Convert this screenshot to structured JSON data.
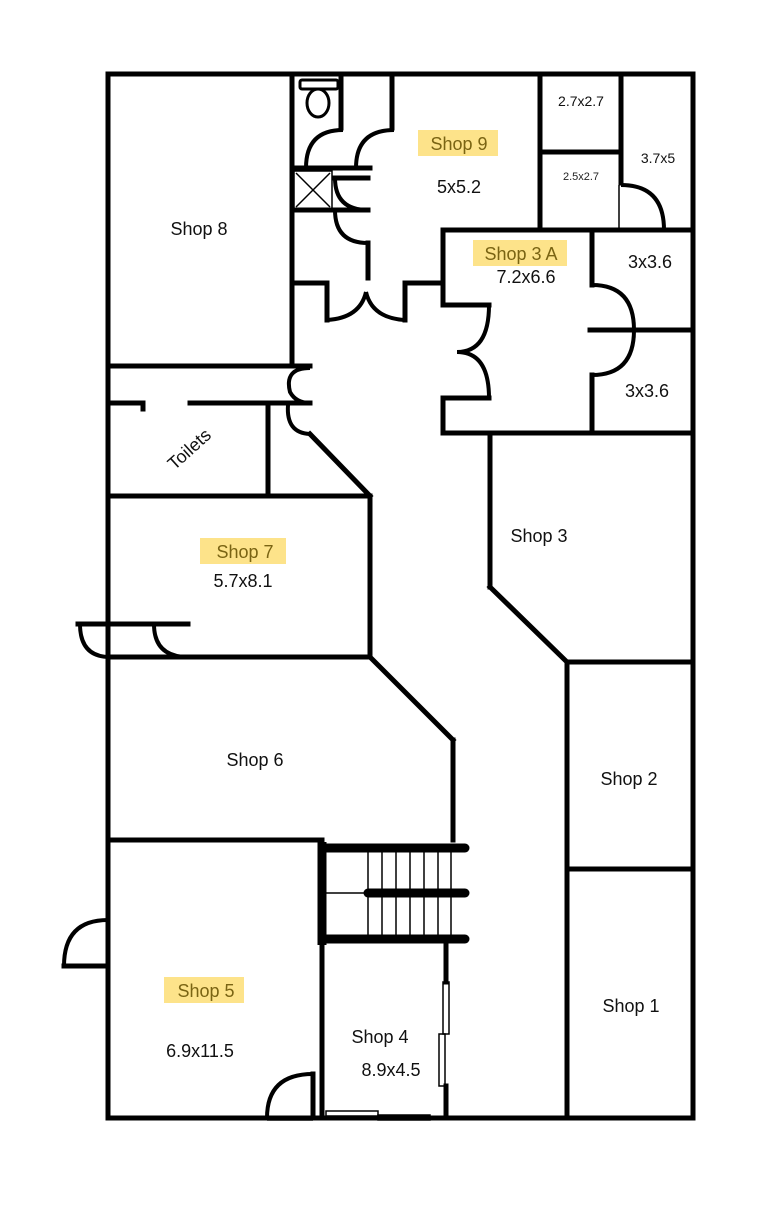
{
  "plan": {
    "highlight_color": "#fde38a",
    "wall_color": "#000000",
    "rooms": [
      {
        "id": "shop8",
        "label": "Shop 8",
        "dims": "",
        "highlighted": false
      },
      {
        "id": "shop9",
        "label": "Shop 9",
        "dims": "5x5.2",
        "highlighted": true
      },
      {
        "id": "room_2_7",
        "label": "",
        "dims": "2.7x2.7",
        "highlighted": false
      },
      {
        "id": "room_2_5",
        "label": "",
        "dims": "2.5x2.7",
        "highlighted": false
      },
      {
        "id": "room_3_7",
        "label": "",
        "dims": "3.7x5",
        "highlighted": false
      },
      {
        "id": "shop3a",
        "label": "Shop 3 A",
        "dims": "7.2x6.6",
        "highlighted": true
      },
      {
        "id": "room_3_a",
        "label": "",
        "dims": "3x3.6",
        "highlighted": false
      },
      {
        "id": "room_3_b",
        "label": "",
        "dims": "3x3.6",
        "highlighted": false
      },
      {
        "id": "toilets",
        "label": "Toilets",
        "dims": "",
        "highlighted": false
      },
      {
        "id": "shop7",
        "label": "Shop 7",
        "dims": "5.7x8.1",
        "highlighted": true
      },
      {
        "id": "shop3",
        "label": "Shop 3",
        "dims": "",
        "highlighted": false
      },
      {
        "id": "shop6",
        "label": "Shop 6",
        "dims": "",
        "highlighted": false
      },
      {
        "id": "shop2",
        "label": "Shop 2",
        "dims": "",
        "highlighted": false
      },
      {
        "id": "shop5",
        "label": "Shop 5",
        "dims": "6.9x11.5",
        "highlighted": true
      },
      {
        "id": "shop4",
        "label": "Shop 4",
        "dims": "8.9x4.5",
        "highlighted": false
      },
      {
        "id": "shop1",
        "label": "Shop 1",
        "dims": "",
        "highlighted": false
      }
    ],
    "symbols": [
      "toilet-icon",
      "lift-icon",
      "stairs-icon"
    ]
  }
}
